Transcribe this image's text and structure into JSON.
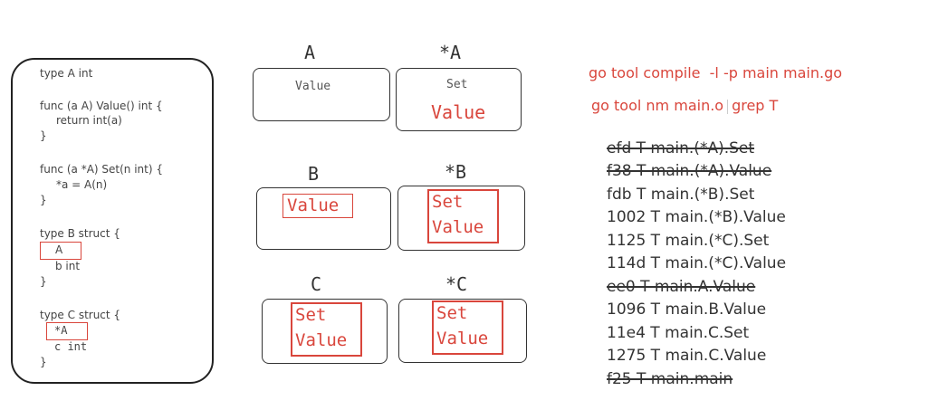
{
  "code": {
    "type_a": "type A int",
    "func_value_sig": "func (a A) Value() int {",
    "func_value_body": "return int(a)",
    "func_value_close": "}",
    "func_set_sig": "func (a *A) Set(n int) {",
    "func_set_body": "*a = A(n)",
    "func_set_close": "}",
    "type_b_open": "type B struct {",
    "type_b_embed": "A",
    "type_b_field": "b int",
    "type_b_close": "}",
    "type_c_open": "type C struct {",
    "type_c_embed": "*A",
    "type_c_field": "c int",
    "type_c_close": "}"
  },
  "method_sets": {
    "a": {
      "label": "A",
      "method": "Value"
    },
    "pa": {
      "label": "*A",
      "method_small": "Set",
      "method": "Value"
    },
    "b": {
      "label": "B",
      "method": "Value"
    },
    "pb": {
      "label": "*B",
      "method1": "Set",
      "method2": "Value"
    },
    "c": {
      "label": "C",
      "method1": "Set",
      "method2": "Value"
    },
    "pc": {
      "label": "*C",
      "method1": "Set",
      "method2": "Value"
    }
  },
  "commands": {
    "compile": "go tool compile  -l -p main main.go",
    "nm_part1": "go tool nm main.o",
    "nm_part2": "grep T"
  },
  "symbols": [
    {
      "text": "efd T main.(*A).Set",
      "struck": true
    },
    {
      "text": "f38 T main.(*A).Value",
      "struck": true
    },
    {
      "text": "fdb T main.(*B).Set",
      "struck": false
    },
    {
      "text": "1002 T main.(*B).Value",
      "struck": false
    },
    {
      "text": "1125 T main.(*C).Set",
      "struck": false
    },
    {
      "text": "114d T main.(*C).Value",
      "struck": false
    },
    {
      "text": "ee0 T main.A.Value",
      "struck": true
    },
    {
      "text": "1096 T main.B.Value",
      "struck": false
    },
    {
      "text": "11e4 T main.C.Set",
      "struck": false
    },
    {
      "text": "1275 T main.C.Value",
      "struck": false
    },
    {
      "text": "f25 T main.main",
      "struck": true
    }
  ],
  "colors": {
    "accent": "#d9463c",
    "ink": "#333333"
  }
}
